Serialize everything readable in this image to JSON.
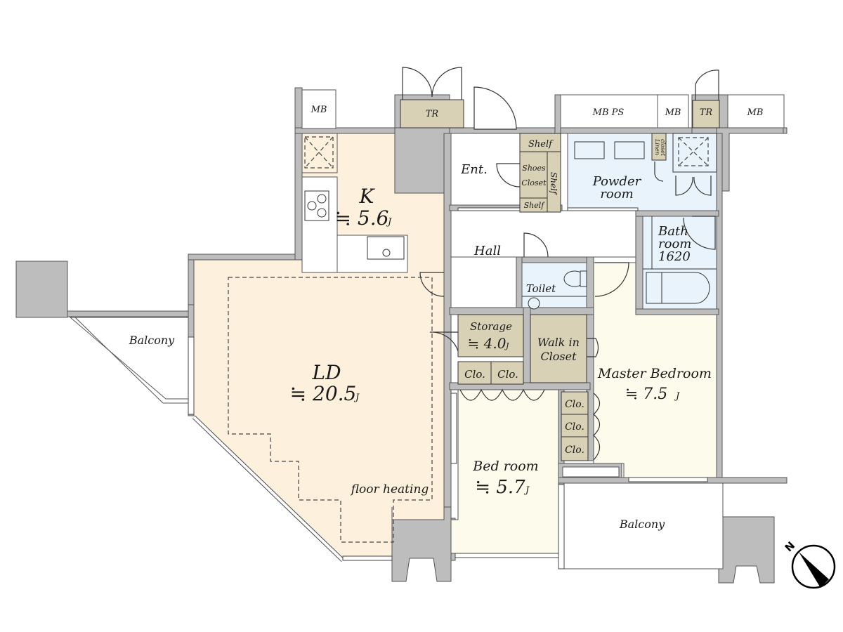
{
  "colors": {
    "ldk": "#fdf0dc",
    "bedroom": "#fdfbeb",
    "wet": "#e8f3fb",
    "storage": "#d9d1b6",
    "wall": "#bdbdbd",
    "circulation": "#ffffff"
  },
  "rooms": {
    "ld": {
      "name": "LD",
      "area": "≒ 20.5",
      "unit": "J"
    },
    "kitchen": {
      "name": "K",
      "area": "≒ 5.6",
      "unit": "J"
    },
    "entrance": {
      "name": "Ent."
    },
    "hall": {
      "name": "Hall"
    },
    "powder_room": {
      "name_line1": "Powder",
      "name_line2": "room"
    },
    "bath_room": {
      "name_line1": "Bath",
      "name_line2": "room",
      "size": "1620"
    },
    "toilet": {
      "name": "Toilet"
    },
    "storage": {
      "name": "Storage",
      "area": "≒ 4.0",
      "unit": "J"
    },
    "walk_in_closet": {
      "name_line1": "Walk in",
      "name_line2": "Closet"
    },
    "master_bedroom": {
      "name": "Master Bedroom",
      "area": "≒ 7.5",
      "unit": "J"
    },
    "bedroom": {
      "name": "Bed room",
      "area": "≒ 5.7",
      "unit": "J"
    },
    "balcony_west": {
      "name": "Balcony"
    },
    "balcony_south": {
      "name": "Balcony"
    }
  },
  "fixtures": {
    "mb_left": "MB",
    "tr_left": "TR",
    "mb_ps": "MB  PS",
    "mb_mid": "MB",
    "tr_right": "TR",
    "mb_right": "MB",
    "shelf_top": "Shelf",
    "shoes_closet_line1": "Shoes",
    "shoes_closet_line2": "Closet",
    "shelf_side": "Shelf",
    "shelf_bottom": "Shelf",
    "linen_closet_line1": "Linen",
    "linen_closet_line2": "closet",
    "clo_1": "Clo.",
    "clo_2": "Clo.",
    "clo_3": "Clo.",
    "clo_4": "Clo.",
    "clo_5": "Clo.",
    "floor_heating": "floor heating"
  },
  "compass": {
    "label": "N"
  }
}
